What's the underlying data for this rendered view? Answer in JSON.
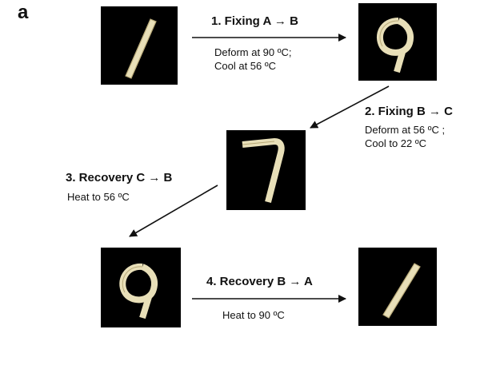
{
  "panel_label": "a",
  "steps": [
    {
      "title": "1. Fixing A → B",
      "lines": [
        "Deform at 90 ºC;",
        "Cool at 56 ºC"
      ]
    },
    {
      "title": "2. Fixing B → C",
      "lines": [
        "Deform at 56 ºC ;",
        "Cool to 22 ºC"
      ]
    },
    {
      "title": "3. Recovery C → B",
      "lines": [
        "Heat to 56 ºC"
      ]
    },
    {
      "title": "4. Recovery B → A",
      "lines": [
        "Heat to 90 ºC"
      ]
    }
  ],
  "photos": [
    {
      "shape": "straight-strip"
    },
    {
      "shape": "coiled-strip"
    },
    {
      "shape": "bent-strip"
    },
    {
      "shape": "coiled-strip"
    },
    {
      "shape": "straight-strip"
    }
  ],
  "colors": {
    "strip": "#e8dfb8",
    "strip_edge": "#b8a978",
    "photo_bg": "#000000",
    "arrow": "#111111"
  }
}
